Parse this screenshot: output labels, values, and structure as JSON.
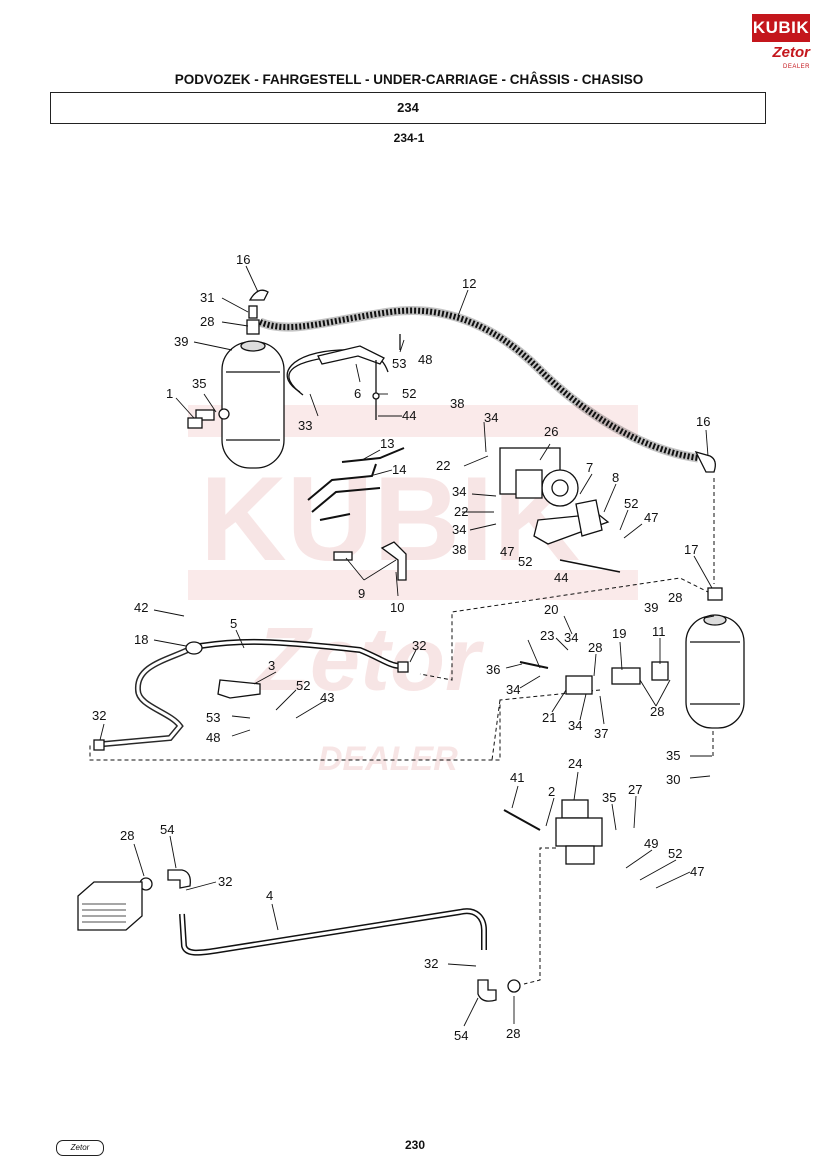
{
  "header": {
    "title": "PODVOZEK - FAHRGESTELL - UNDER-CARRIAGE - CHÂSSIS - CHASISO",
    "section": "234",
    "sub_code": "234-1"
  },
  "logo": {
    "brand": "KUBIK",
    "partner": "Zetor",
    "tagline": "DEALER"
  },
  "watermark": {
    "brand": "KUBIK",
    "partner": "Zetor",
    "tagline": "DEALER"
  },
  "footer": {
    "page_number": "230",
    "logo_text": "Zetor"
  },
  "callouts": {
    "c1": "1",
    "c2": "2",
    "c3": "3",
    "c4": "4",
    "c5": "5",
    "c6": "6",
    "c7": "7",
    "c8": "8",
    "c9": "9",
    "c10": "10",
    "c11": "11",
    "c12": "12",
    "c13": "13",
    "c14": "14",
    "c16a": "16",
    "c16b": "16",
    "c17": "17",
    "c18": "18",
    "c19": "19",
    "c20": "20",
    "c21": "21",
    "c22a": "22",
    "c22b": "22",
    "c23": "23",
    "c24": "24",
    "c26": "26",
    "c27": "27",
    "c28a": "28",
    "c28b": "28",
    "c28c": "28",
    "c28d": "28",
    "c28e": "28",
    "c28f": "28",
    "c30": "30",
    "c31": "31",
    "c32a": "32",
    "c32b": "32",
    "c32c": "32",
    "c32d": "32",
    "c33": "33",
    "c34a": "34",
    "c34b": "34",
    "c34c": "34",
    "c34d": "34",
    "c34e": "34",
    "c34f": "34",
    "c35a": "35",
    "c35b": "35",
    "c35c": "35",
    "c36": "36",
    "c37": "37",
    "c38a": "38",
    "c38b": "38",
    "c39a": "39",
    "c39b": "39",
    "c41": "41",
    "c42": "42",
    "c43": "43",
    "c44a": "44",
    "c44b": "44",
    "c47a": "47",
    "c47b": "47",
    "c47c": "47",
    "c48a": "48",
    "c48b": "48",
    "c49": "49",
    "c52a": "52",
    "c52b": "52",
    "c52c": "52",
    "c52d": "52",
    "c52e": "52",
    "c53a": "53",
    "c53b": "53",
    "c54a": "54",
    "c54b": "54"
  }
}
